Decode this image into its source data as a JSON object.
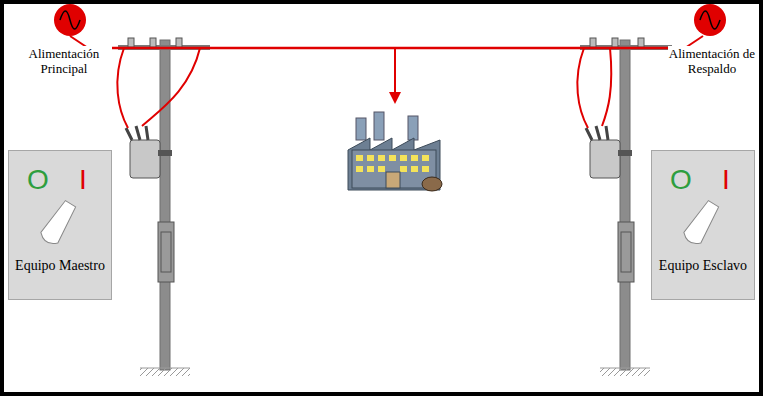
{
  "diagram": {
    "nodes": [
      {
        "text": [
          "O",
          "I",
          "Equipo Maestro"
        ]
      },
      {
        "text": [
          "O",
          "I",
          "Equipo Esclavo"
        ]
      }
    ],
    "labels": [
      "Alimentación Principal",
      "Alimentación de Respaldo"
    ]
  }
}
